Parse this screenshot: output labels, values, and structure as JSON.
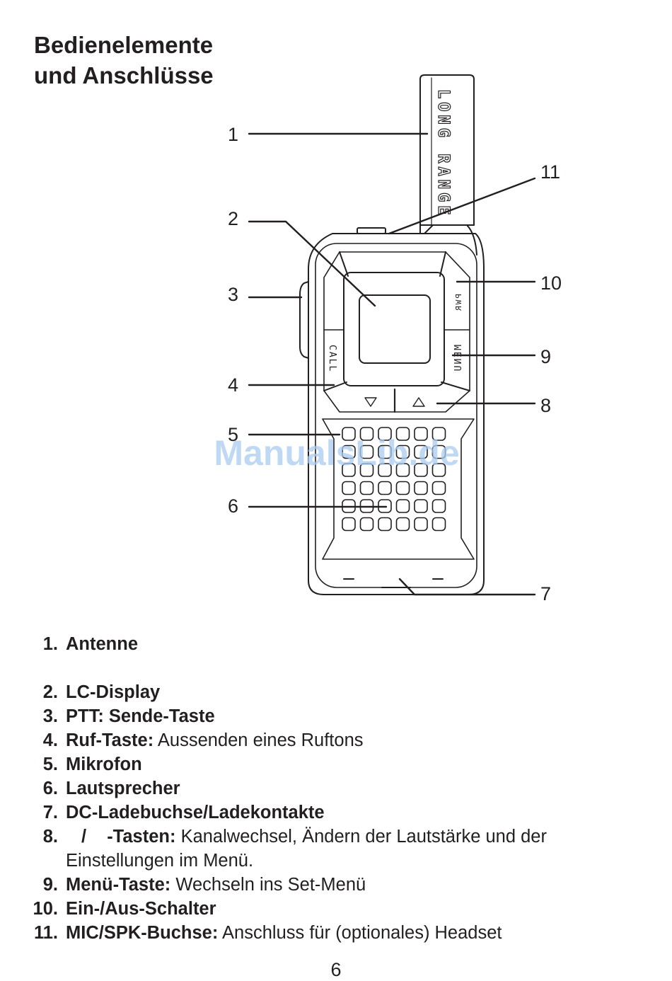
{
  "title": {
    "line1": "Bedienelemente",
    "line2": "und Anschlüsse"
  },
  "device": {
    "antenna_text": "LONG RANGE",
    "button_call": "CALL",
    "button_menu": "MENU",
    "button_pwr": "PWR"
  },
  "callouts": [
    "1",
    "2",
    "3",
    "4",
    "5",
    "6",
    "7",
    "8",
    "9",
    "10",
    "11"
  ],
  "watermark": "ManualsLib.de",
  "legend": [
    {
      "number": "1.",
      "label": "Antenne",
      "description": ""
    },
    {
      "number": "2.",
      "label": "LC-Display",
      "description": ""
    },
    {
      "number": "3.",
      "label": "PTT: Sende-Taste",
      "description": ""
    },
    {
      "number": "4.",
      "label": "Ruf-Taste:",
      "description": "Aussenden eines Ruftons"
    },
    {
      "number": "5.",
      "label": "Mikrofon",
      "description": ""
    },
    {
      "number": "6.",
      "label": "Lautsprecher",
      "description": ""
    },
    {
      "number": "7.",
      "label": "DC-Ladebuchse/Ladekontakte",
      "description": ""
    },
    {
      "number": "8.",
      "label_sep": "/",
      "label": "-Tasten:",
      "description": "Kanalwechsel, Ändern der Lautstärke und der",
      "description2": "Einstellungen im Menü."
    },
    {
      "number": "9.",
      "label": "Menü-Taste:",
      "description": "Wechseln ins Set-Menü"
    },
    {
      "number": "10.",
      "label": "Ein-/Aus-Schalter",
      "description": ""
    },
    {
      "number": "11.",
      "label": "MIC/SPK-Buchse:",
      "description": "Anschluss für (optionales) Headset"
    }
  ],
  "page_number": "6"
}
